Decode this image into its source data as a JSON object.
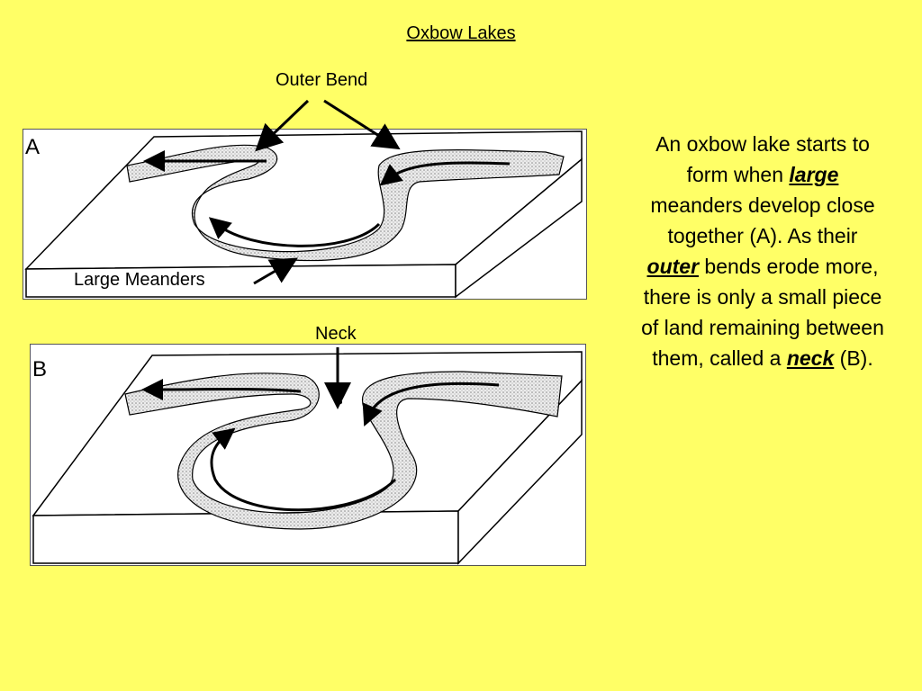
{
  "slide": {
    "title": "Oxbow Lakes"
  },
  "labels": {
    "outer_bend": "Outer Bend",
    "large_meanders": "Large Meanders",
    "neck": "Neck"
  },
  "panels": {
    "a": {
      "letter": "A"
    },
    "b": {
      "letter": "B"
    }
  },
  "description": {
    "part1": "An oxbow lake starts to form when ",
    "kw_large": "large",
    "part2": " meanders develop close together (A). As their ",
    "kw_outer": "outer",
    "part3": " bends erode more, there is only a small piece of land remaining between them, called a ",
    "kw_neck": "neck",
    "part4": " (B)."
  },
  "colors": {
    "background": "#FFFF66",
    "river_fill": "#D8D8D8",
    "line": "#000000"
  }
}
